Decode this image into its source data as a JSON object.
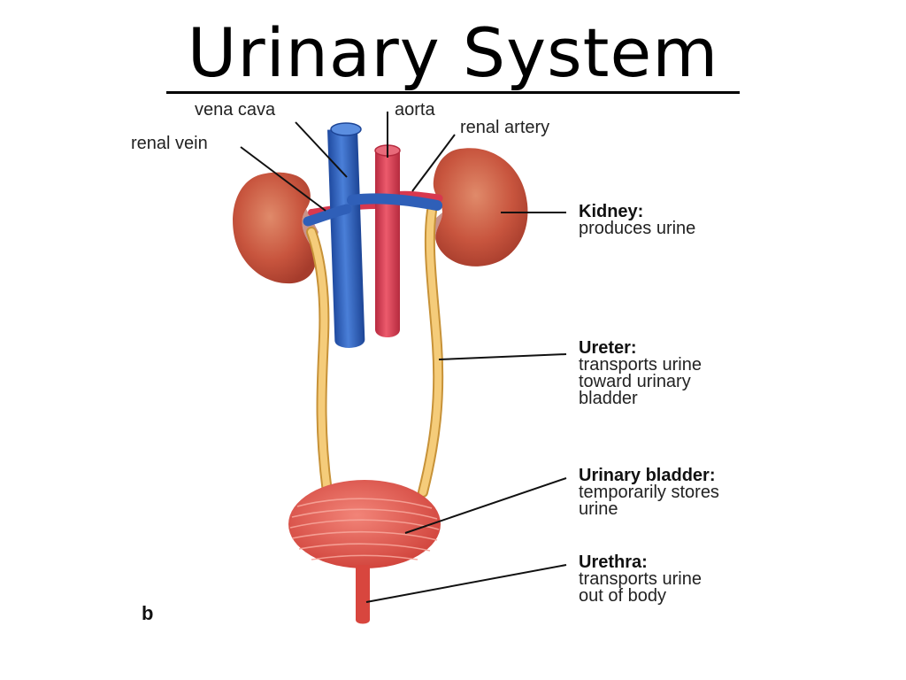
{
  "title": "Urinary System",
  "labels": {
    "vena_cava": "vena cava",
    "aorta": "aorta",
    "renal_artery": "renal artery",
    "renal_vein": "renal vein",
    "panel_letter": "b"
  },
  "callouts": {
    "kidney": {
      "head": "Kidney:",
      "desc": "produces urine"
    },
    "ureter": {
      "head": "Ureter:",
      "desc": "transports urine\ntoward urinary\nbladder"
    },
    "bladder": {
      "head": "Urinary bladder:",
      "desc": "temporarily stores\nurine"
    },
    "urethra": {
      "head": "Urethra:",
      "desc": "transports urine\nout of body"
    }
  },
  "colors": {
    "kidney": "#c8553e",
    "vein": "#2f5fb8",
    "artery": "#d8384e",
    "ureter": "#f2c46e",
    "bladder": "#e8605a"
  }
}
